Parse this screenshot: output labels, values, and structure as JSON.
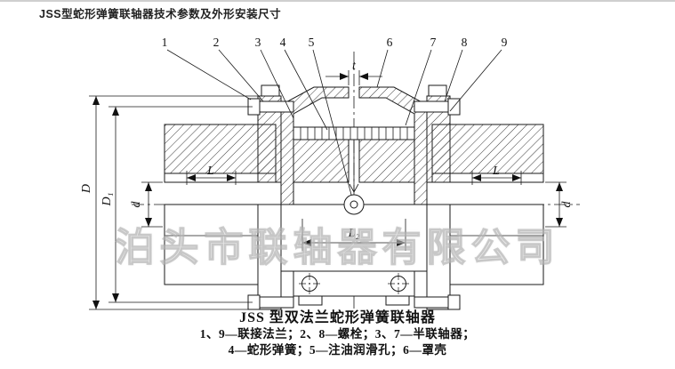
{
  "page": {
    "title": "JSS型蛇形弹簧联轴器技术参数及外形安装尺寸",
    "watermark": "泊头市联轴器有限公司"
  },
  "drawing": {
    "callouts": [
      "1",
      "2",
      "3",
      "4",
      "5",
      "6",
      "7",
      "8",
      "9"
    ],
    "dims": {
      "D": "D",
      "D1": "D₁",
      "d": "d",
      "L": "L",
      "L2": "L₂",
      "t": "t"
    }
  },
  "caption": {
    "title": "JSS 型双法兰蛇形弹簧联轴器",
    "legend1": "1、9—联接法兰；2、8—螺栓；3、7—半联轴器；",
    "legend2": "4—蛇形弹簧；5—注油润滑孔；6—罩壳"
  }
}
